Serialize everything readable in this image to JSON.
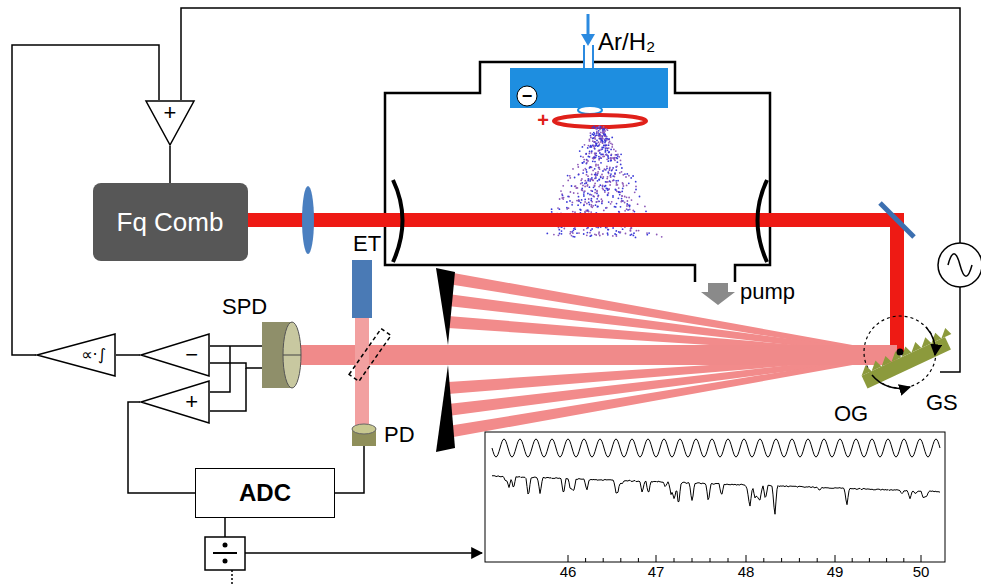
{
  "diagram": {
    "nodes": [
      {
        "text": [
          "+"
        ]
      },
      {
        "text": [
          "Fq Comb"
        ]
      },
      {
        "text": [
          "∝·∫"
        ]
      },
      {
        "text": [
          "−"
        ]
      },
      {
        "text": [
          "+"
        ]
      },
      {
        "text": [
          "ADC"
        ]
      }
    ],
    "edges": [
      {
        "from": 0,
        "to": 1,
        "arrow": "none"
      },
      {
        "from": 2,
        "to": 0,
        "arrow": "none"
      },
      {
        "from": 3,
        "to": 2,
        "arrow": "none"
      },
      {
        "from": 4,
        "to": 5,
        "arrow": "none"
      }
    ],
    "labels": [
      "Ar/H₂",
      "−",
      "+",
      "pump",
      "SPD",
      "ET",
      "OG",
      "PD",
      "GS",
      "46",
      "47",
      "48",
      "49",
      "50"
    ]
  }
}
